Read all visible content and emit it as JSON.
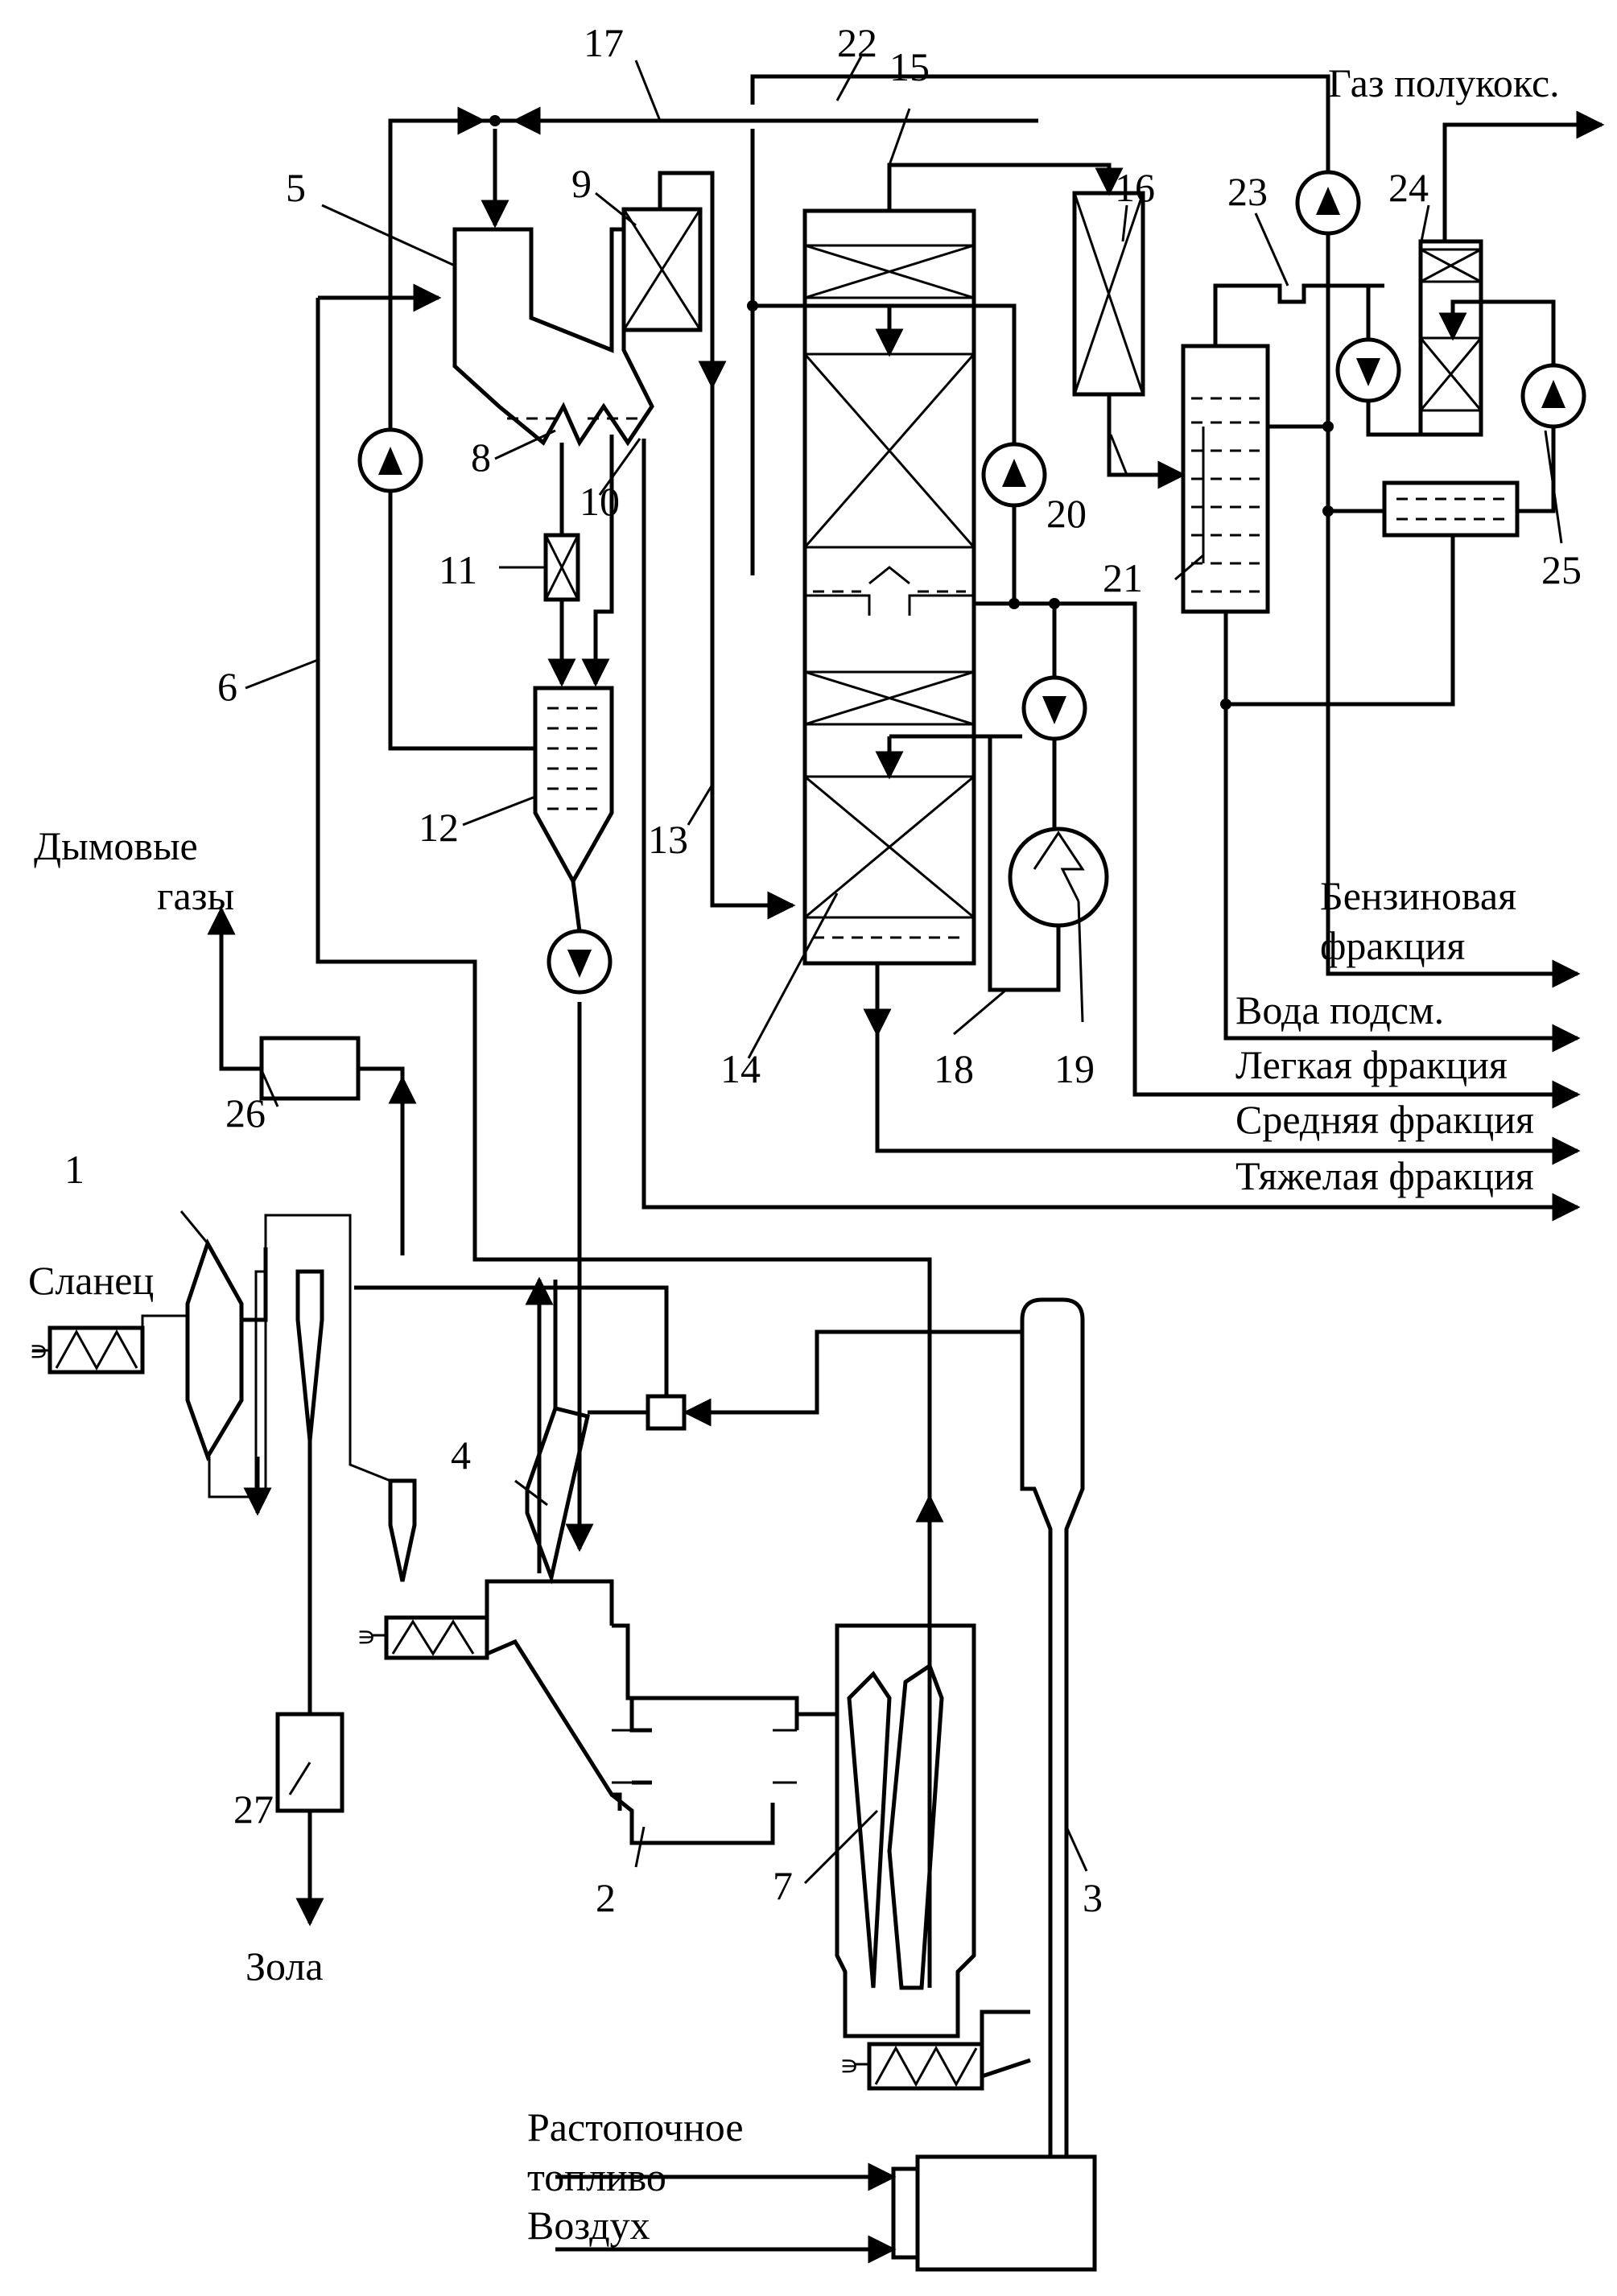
{
  "figure": {
    "numbers": [
      "1",
      "2",
      "3",
      "4",
      "5",
      "6",
      "7",
      "8",
      "9",
      "10",
      "11",
      "12",
      "13",
      "14",
      "15",
      "16",
      "17",
      "18",
      "19",
      "20",
      "21",
      "22",
      "23",
      "24",
      "25",
      "26",
      "27"
    ],
    "labels": {
      "gas_semicoke": "Газ полукокс.",
      "flue_gases_1": "Дымовые",
      "flue_gases_2": "газы",
      "shale": "Сланец",
      "ash": "Зола",
      "gasoline_1": "Бензиновая",
      "gasoline_2": "фракция",
      "water": "Вода подсм.",
      "light": "Легкая фракция",
      "medium": "Средняя фракция",
      "heavy": "Тяжелая фракция",
      "startup_fuel_1": "Растопочное",
      "startup_fuel_2": "топливо",
      "air": "Воздух"
    }
  }
}
